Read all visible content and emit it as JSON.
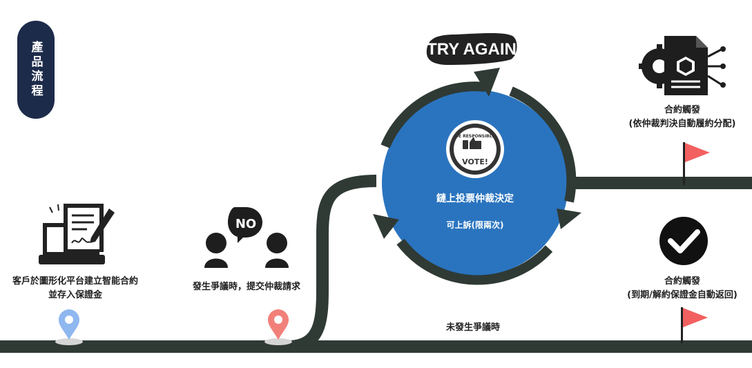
{
  "sidebar_label": "產品流程",
  "try_again": "TRY AGAIN",
  "badge": {
    "top_text": "BE RESPONSIBLE",
    "main_text": "VOTE!"
  },
  "no_text": "NO",
  "steps": {
    "deposit_line1": "客戶於圖形化平台建立智能合約",
    "deposit_line2": "並存入保證金",
    "dispute": "發生爭議時，提交仲裁請求",
    "vote_title": "鏈上投票仲裁決定",
    "vote_sub": "可上訴(限兩次)",
    "trigger_arb_line1": "合約觸發",
    "trigger_arb_line2": "(依仲裁判決自動履約分配)",
    "trigger_exp_line1": "合約觸發",
    "trigger_exp_line2": "(到期/解約保證金自動返回)",
    "no_dispute": "未發生爭議時"
  },
  "colors": {
    "road": "#2f3a35",
    "circle": "#2a74bf",
    "pill": "#1d2b4a",
    "flag": "#f26060",
    "pin_blue": "#8fb7f0",
    "pin_red": "#f2807a"
  }
}
